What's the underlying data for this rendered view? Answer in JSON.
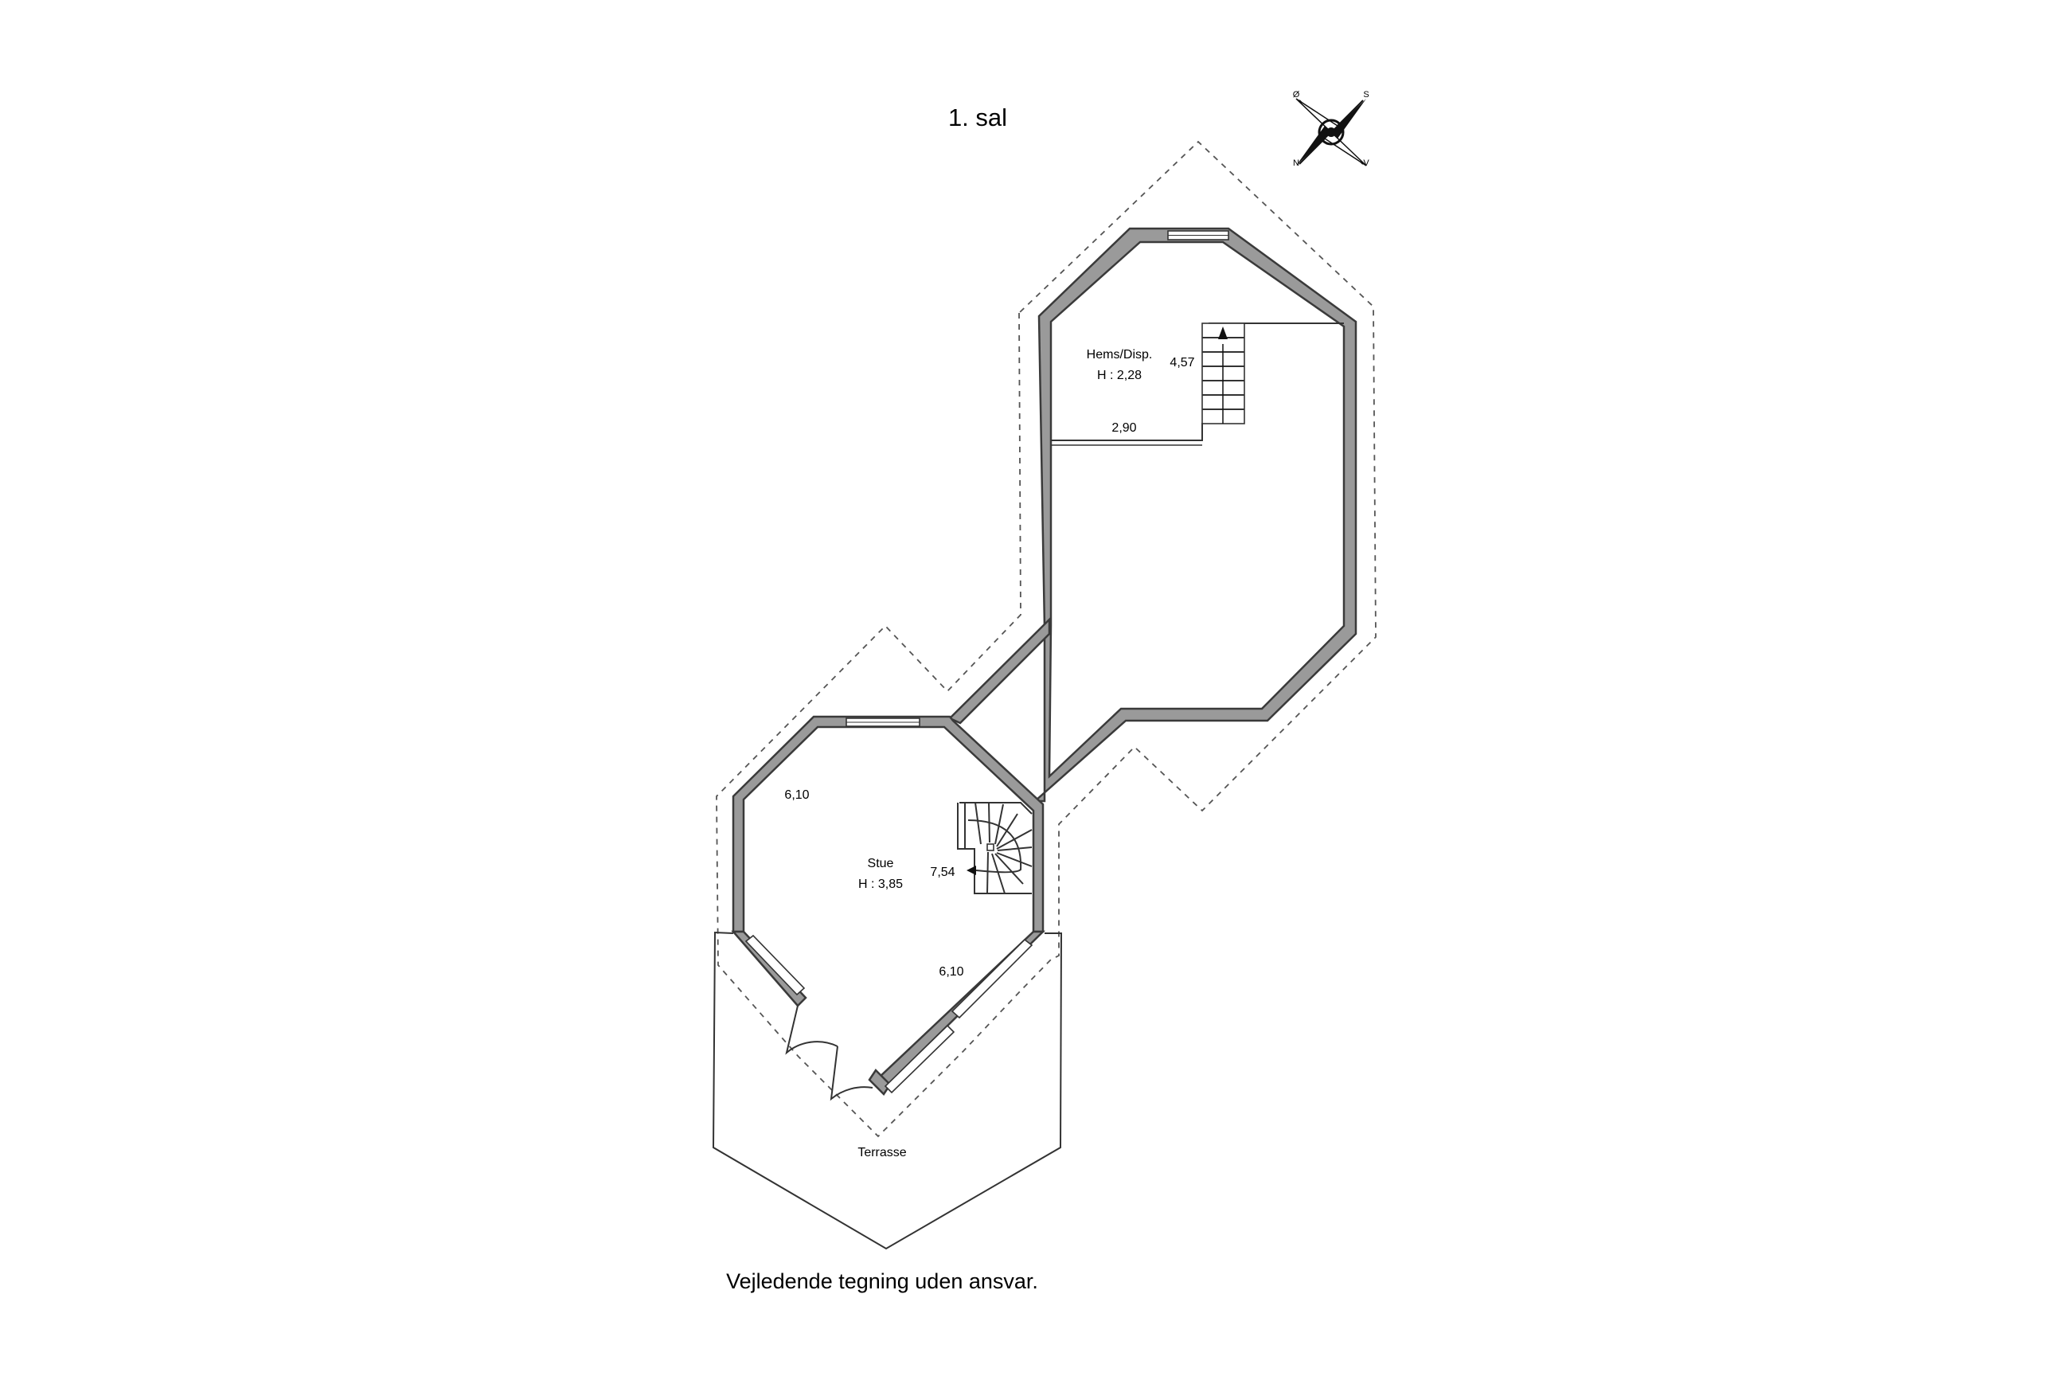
{
  "drawing": {
    "floor_title": "1. sal",
    "disclaimer": "Vejledende tegning uden ansvar."
  },
  "compass": {
    "north": "N",
    "south": "S",
    "east": "Ø",
    "west": "V",
    "icon": "compass-rose-icon"
  },
  "rooms": {
    "hems": {
      "name": "Hems/Disp.",
      "height": "H : 2,28"
    },
    "stue": {
      "name": "Stue",
      "height": "H : 3,85"
    },
    "terrasse": {
      "name": "Terrasse"
    }
  },
  "dimensions": {
    "hems_depth": "4,57",
    "hems_width": "2,90",
    "stue_left": "6,10",
    "stue_stair": "7,54",
    "stue_lower": "6,10"
  },
  "colors": {
    "wall_fill": "#9a9a9a",
    "line": "#333333",
    "background": "#ffffff"
  }
}
